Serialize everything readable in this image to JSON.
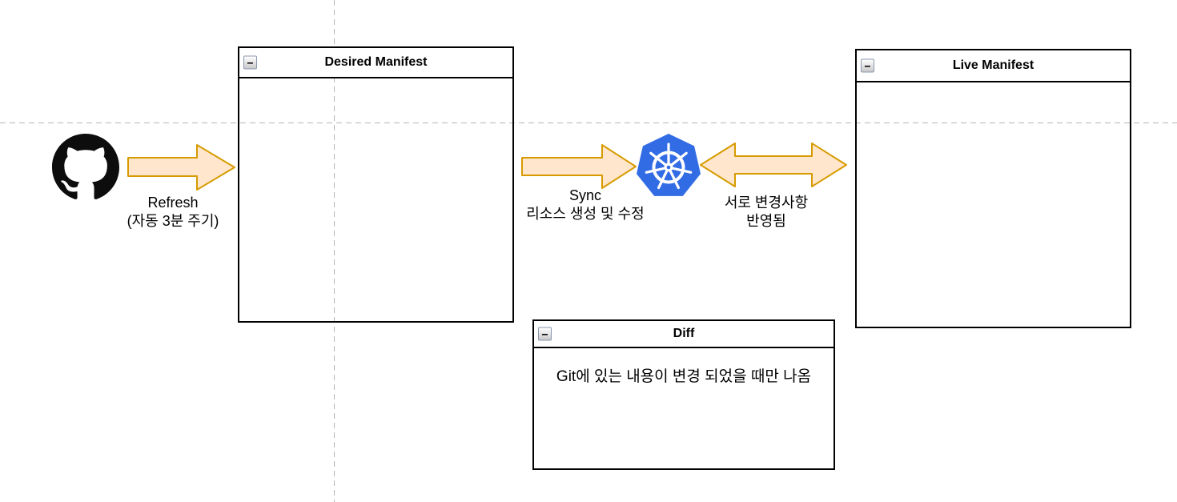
{
  "diagram": {
    "panels": {
      "desired": {
        "title": "Desired Manifest"
      },
      "live": {
        "title": "Live Manifest"
      },
      "diff": {
        "title": "Diff",
        "body": "Git에 있는 내용이 변경 되었을 때만 나옴"
      }
    },
    "labels": {
      "refresh": [
        "Refresh",
        "(자동 3분 주기)"
      ],
      "sync": [
        "Sync",
        "리소스 생성 및 수정"
      ],
      "mutual": [
        "서로 변경사항",
        "반영됨"
      ]
    },
    "icons": {
      "github": "github-logo",
      "kubernetes": "kubernetes-logo"
    },
    "ui": {
      "collapse_glyph": "−"
    },
    "colors": {
      "arrow_fill": "#FFE6CC",
      "arrow_stroke": "#D79B00",
      "kubernetes_blue": "#326CE5",
      "github_black": "#0d0d0d",
      "box_border": "#000000",
      "guide_gray": "#b5b5b5"
    }
  }
}
